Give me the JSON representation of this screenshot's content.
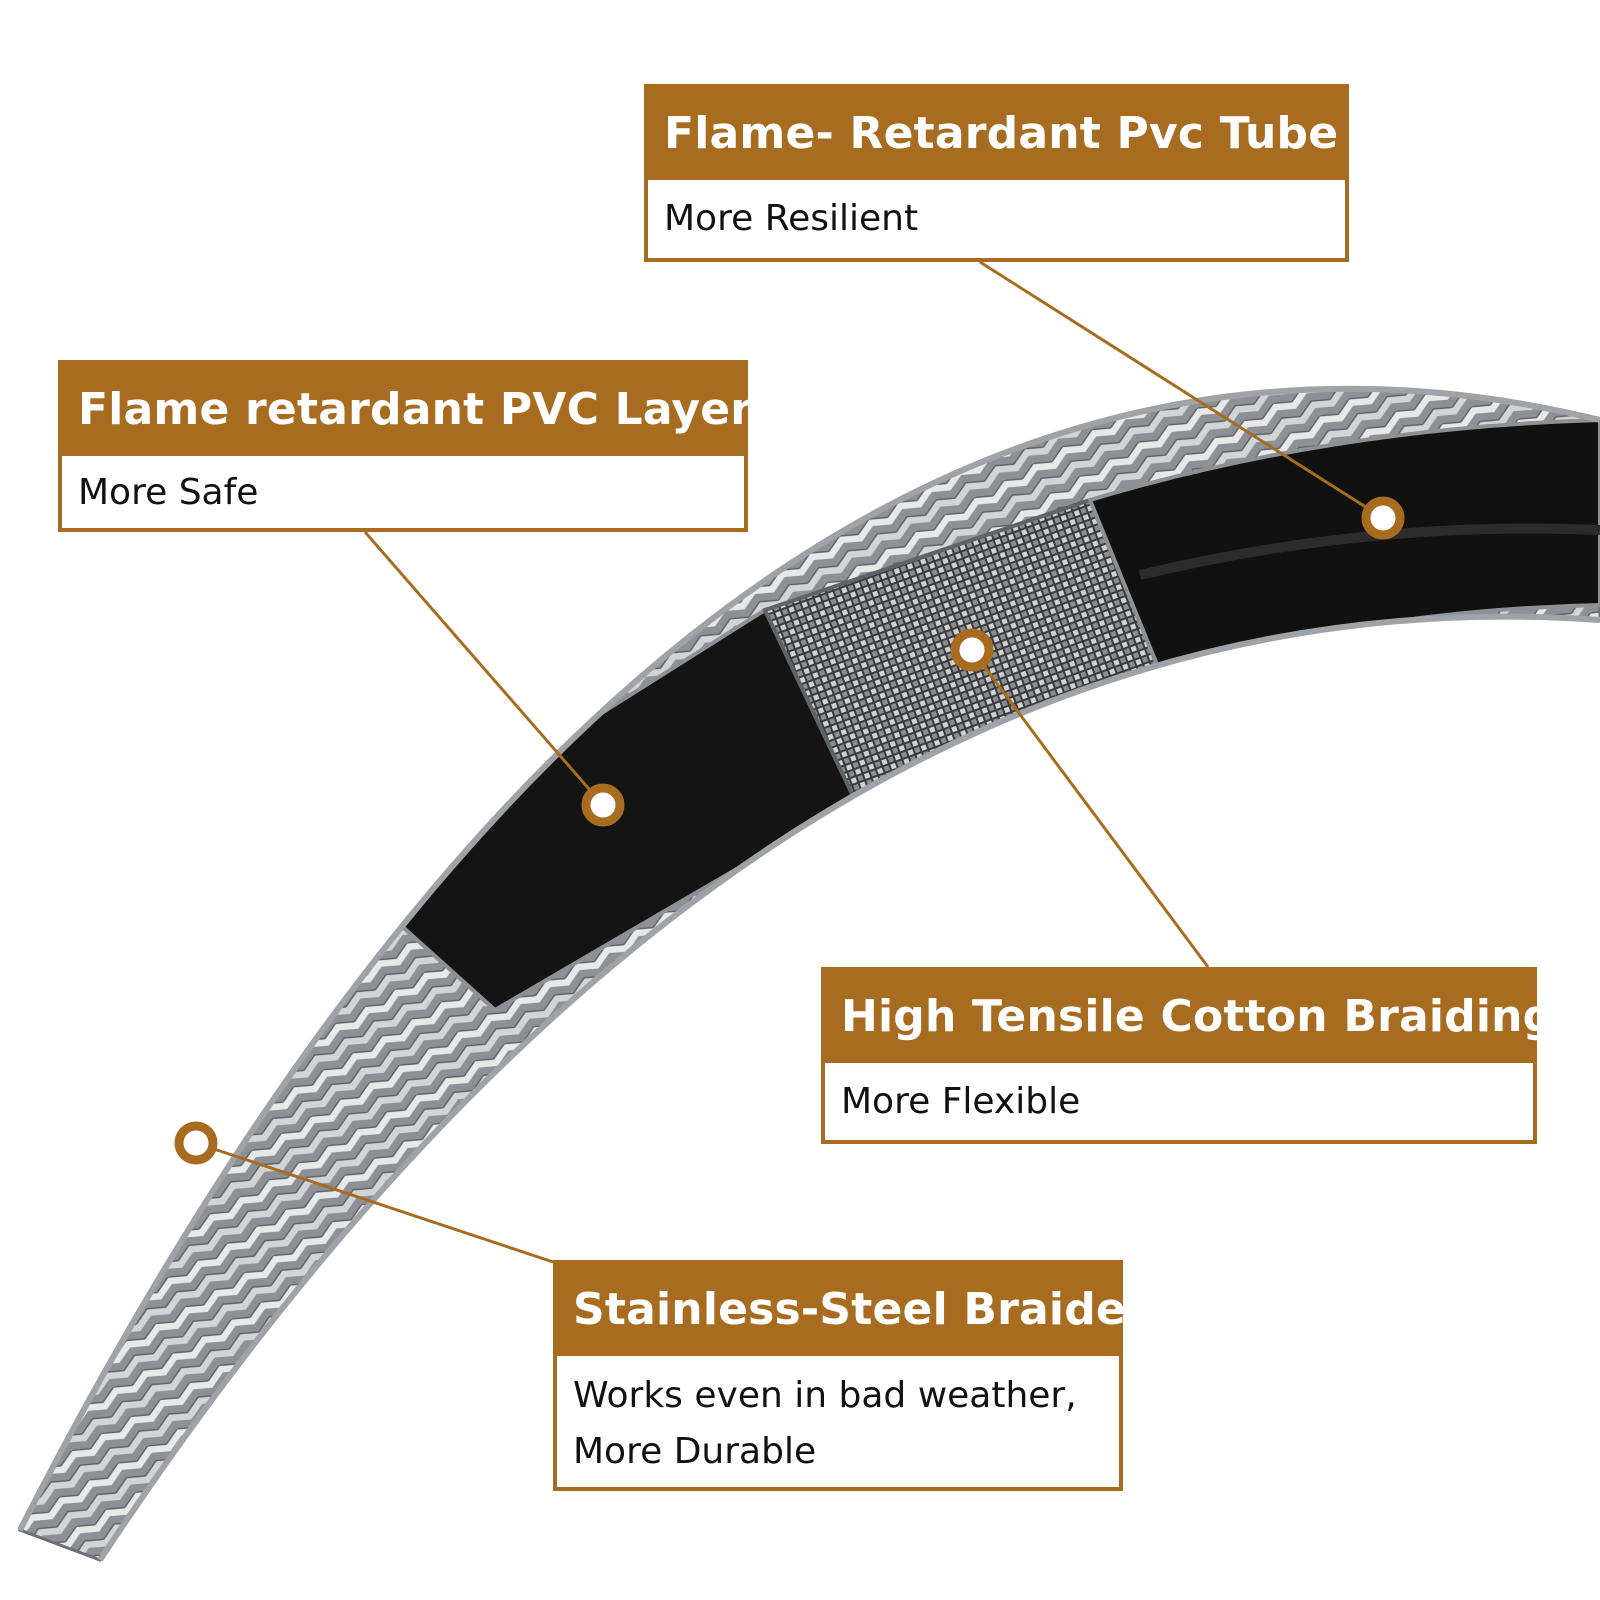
{
  "colors": {
    "accent": "#a86c20",
    "tube_black": "#141414",
    "steel": "#b9bcc0"
  },
  "callouts": [
    {
      "title": "Flame- Retardant Pvc Tube",
      "subtitle": "More Resilient"
    },
    {
      "title": "Flame retardant PVC Layer",
      "subtitle": "More Safe"
    },
    {
      "title": "High Tensile Cotton Braiding",
      "subtitle": "More Flexible"
    },
    {
      "title": "Stainless-Steel Braide",
      "subtitle": "Works even in bad weather, More Durable"
    }
  ]
}
